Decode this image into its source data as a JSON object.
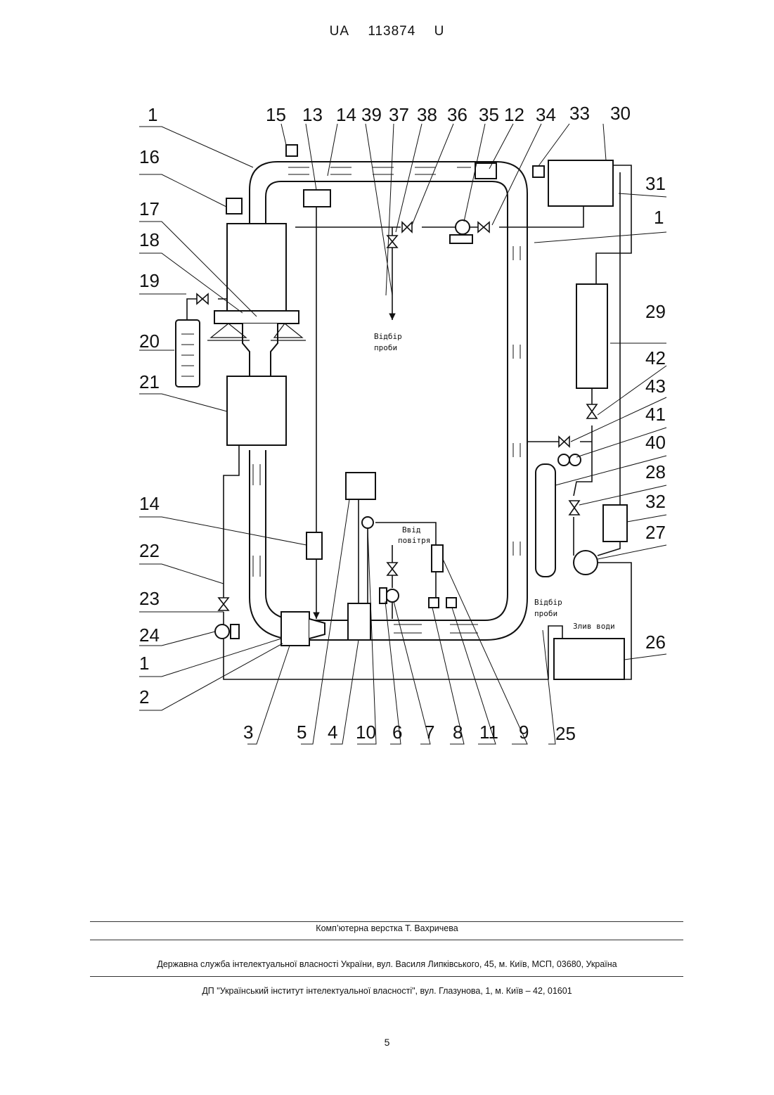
{
  "header": {
    "country": "UA",
    "number": "113874",
    "kind": "U"
  },
  "diagram": {
    "labels_top": [
      "15",
      "13",
      "14",
      "39",
      "37",
      "38",
      "36",
      "35",
      "12",
      "34",
      "33",
      "30"
    ],
    "labels_left": [
      "1",
      "16",
      "17",
      "18",
      "19",
      "20",
      "21",
      "14",
      "22",
      "23",
      "24",
      "1",
      "2"
    ],
    "labels_right": [
      "31",
      "1",
      "29",
      "42",
      "43",
      "41",
      "40",
      "28",
      "32",
      "27",
      "26"
    ],
    "labels_bottom": [
      "3",
      "5",
      "4",
      "10",
      "6",
      "7",
      "8",
      "11",
      "9",
      "25"
    ],
    "notes": {
      "sample_top_1": "Відбір",
      "sample_top_2": "проби",
      "air_1": "Ввід",
      "air_2": "повітря",
      "sample_right_1": "Відбір",
      "sample_right_2": "проби",
      "drain": "Злив води"
    }
  },
  "footer": {
    "layout": "Комп’ютерна верстка Т. Вахричева",
    "service": "Державна служба інтелектуальної власності України, вул. Василя Липківського, 45, м. Київ, МСП, 03680, Україна",
    "institute": "ДП \"Український інститут інтелектуальної власності\", вул. Глазунова, 1, м. Київ – 42, 01601"
  },
  "page_number": "5"
}
